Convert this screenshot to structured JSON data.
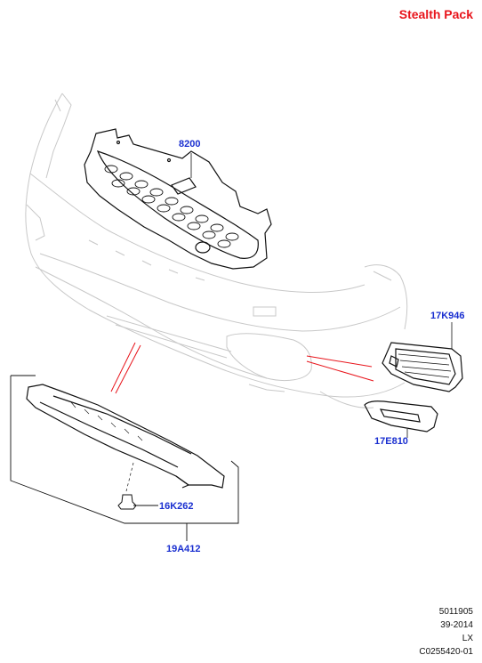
{
  "header": {
    "title": "Stealth Pack"
  },
  "parts": [
    {
      "id": "8200"
    },
    {
      "id": "17K946"
    },
    {
      "id": "17E810"
    },
    {
      "id": "16K262"
    },
    {
      "id": "19A412"
    }
  ],
  "footer": {
    "line1": "5011905",
    "line2": "39-2014",
    "line3": "LX",
    "line4": "C0255420-01"
  },
  "colors": {
    "title": "#e8141b",
    "callout": "#1a2fd0",
    "leader_red": "#e8141b",
    "part_stroke": "#111111",
    "ghost_stroke": "#c8c8c8"
  }
}
